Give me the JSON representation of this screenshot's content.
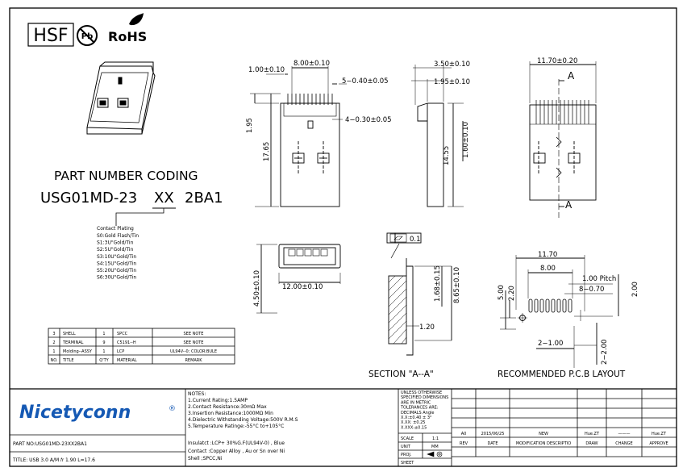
{
  "header": {
    "hsf": "HSF",
    "pb": "Pb",
    "rohs": "RoHS"
  },
  "part_coding": {
    "heading": "PART NUMBER CODING",
    "prefix": "USG01MD-23",
    "var": "XX",
    "suffix": "2BA1",
    "plating_title": "Contact Plating",
    "plating": [
      "S0:Gold Flash/Tin",
      "S1:3U\"Gold/Tin",
      "S2:5U\"Gold/Tin",
      "S3:10U\"Gold/Tin",
      "S4:15U\"Gold/Tin",
      "S5:20U\"Gold/Tin",
      "S6:30U\"Gold/Tin"
    ]
  },
  "bom": {
    "headers": [
      "NO.",
      "TITLE",
      "Q'TY",
      "MATERIAL",
      "REMARK"
    ],
    "rows": [
      [
        "3",
        "SHELL",
        "1",
        "SPCC",
        "SEE NOTE"
      ],
      [
        "2",
        "TERMINAL",
        "9",
        "C5191--H",
        "SEE NOTE"
      ],
      [
        "1",
        "Molding--ASSY",
        "1",
        "LCP",
        "UL94V--0; COLOR:BULE"
      ]
    ]
  },
  "front_view": {
    "d_top": "8.00±0.10",
    "d_pitch": "1.00±0.10",
    "d_pin5": "5−0.40±0.05",
    "d_pin4": "4−0.30±0.05",
    "d_195": "1.95",
    "d_1765": "17.65"
  },
  "side_view": {
    "d_350": "3.50±0.10",
    "d_195": "1.95±0.10",
    "d_1455": "14.55",
    "d_160": "1.60±0.10"
  },
  "right_view": {
    "d_width": "11.70±0.20",
    "section_mark_top": "A",
    "section_mark_bottom": "A"
  },
  "end_view": {
    "d_width": "12.00±0.10",
    "d_height": "4.50±0.10"
  },
  "section": {
    "flatness": "0.1",
    "d_168": "1.68±0.15",
    "d_865": "8.65±0.10",
    "d_120": "1.20",
    "label": "SECTION  \"A--A\""
  },
  "pcb": {
    "d_1170": "11.70",
    "d_800": "8.00",
    "d_pitch": "1.00  Pitch",
    "d_holes": "8−0.70",
    "d_500": "5.00",
    "d_220": "2.20",
    "d_200": "2.00",
    "d_2100": "2−1.00",
    "d_2200": "2−2.00",
    "label": "RECOMMENDED  P.C.B  LAYOUT"
  },
  "title_block": {
    "logo": "Nicetyconn",
    "reg": "®",
    "notes_title": "NOTES:",
    "notes": [
      "1.Current Rating:1.5AMP",
      "2.Contact Resistance:30mΩ Max",
      "3.Insertion Resistance:1000MΩ Min",
      "4.Dielectric Withstanding Voltage:500V R.M.S",
      "5.Temperature Ratinge:-55°C to+105°C"
    ],
    "insulator": "Insulatct :LCP+ 30%G.F(UL94V-0) , Blue",
    "contact": "Contact :Copper Alloy , Au or Sn over Ni",
    "shell": "Shell ;SPCC,Ni",
    "part_no": "PART NO:USG01MD-23XX2BA1",
    "title": "TITLE: USB 3.0 A/M  𝑓𝑟 1.90  L=17.6",
    "tol_lines": [
      "UNLESS OTHERWISE",
      "SPECIFIED DIMENSIONS",
      "ARE IN METRIC",
      "TOLERANCES  ARE:",
      "DECIMALS     Angle",
      "X.X:±0.40      ± 3°",
      "X.XX: ±0.25",
      "X.XXX:±0.15"
    ],
    "scale_label": "SCALE",
    "scale_value": "1:1",
    "unit_label": "UNIT",
    "unit_value": "MM",
    "proj_label": "PROJ.",
    "sheet_label": "SHEET",
    "rev_headers": [
      "REV",
      "DATE",
      "MODIFICATION DESCRIPTIO",
      "DRAW",
      "CHANGE",
      "APPROVE"
    ],
    "rev_row": [
      "A0",
      "2015/06/25",
      "NEW",
      "Hue.ZT",
      "———",
      "Hue.ZT"
    ]
  }
}
